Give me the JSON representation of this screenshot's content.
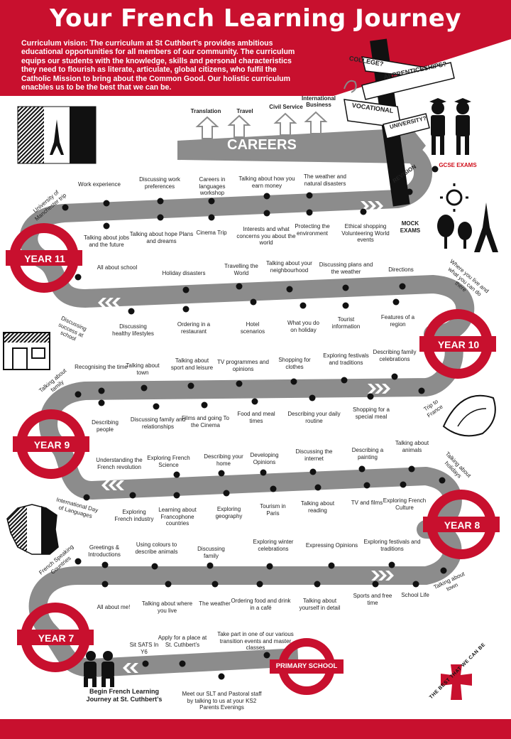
{
  "header": {
    "title": "Your French Learning Journey",
    "vision": "Curriculum vision:  The curriculum at St Cuthbert’s provides ambitious educational opportunities  for all members of our community. The curriculum equips our students with the knowledge, skills and personal characteristics they need to flourish as literate, articulate, global citizens, who fulfil the Catholic Mission to bring about the Common Good. Our holistic curriculum enacbles us to be the best that we can be."
  },
  "colors": {
    "brand_red": "#c8102e",
    "road_gray": "#8c8c8c",
    "black": "#111111"
  },
  "careers": {
    "label": "CAREERS",
    "options": [
      "Translation",
      "Travel",
      "Civil Service",
      "International Business"
    ],
    "signpost": [
      "COLLEGE?",
      "APPRENTICESHIPS?",
      "VOCATIONAL",
      "UNIVERSITY?"
    ]
  },
  "years": {
    "y11": "YEAR 11",
    "y10": "YEAR 10",
    "y9": "YEAR 9",
    "y8": "YEAR 8",
    "y7": "YEAR 7",
    "primary": "PRIMARY SCHOOL"
  },
  "milestones": {
    "gcse": "GCSE EXAMS",
    "mock": "MOCK EXAMS",
    "revision": "REVISION",
    "begin": "Begin French Learning Journey at St. Cuthbert’s"
  },
  "topics": {
    "t11": [
      "University of Manchester trip",
      "Work experience",
      "Talking about jobs and the future",
      "Discussing work preferences",
      "Talking about hope Plans and dreams",
      "Careers in languages workshop",
      "Cinema Trip",
      "Talking about how you earn money",
      "Interests and what concerns you about the world",
      "The weather and natural disasters",
      "Protecting the environment",
      "Ethical shopping Volunteering World events"
    ],
    "t10": [
      "All about school",
      "Discussing success at school",
      "Discussing healthy lifestyles",
      "Holiday disasters",
      "Ordering in a restaurant",
      "Travelling the World",
      "Hotel scenarios",
      "Talking about your neighbourhood",
      "What you do on holiday",
      "Discussing plans and the weather",
      "Tourist information",
      "Directions",
      "Features of a region",
      "Where you live and what you can do there"
    ],
    "t9": [
      "Talking about family",
      "Recognising the time",
      "Describing people",
      "Talking about town",
      "Discussing family and relationships",
      "Talking about sport and leisure",
      "Films and going To the Cinema",
      "TV programmes and opinions",
      "Food and meal times",
      "Shopping for clothes",
      "Describing your daily routine",
      "Exploring festivals and traditions",
      "Describing family celebrations",
      "Shopping for a special meal",
      "Trip to France"
    ],
    "t8": [
      "International Day of Languages",
      "Understanding the French revolution",
      "Exploring French industry",
      "Exploring French Science",
      "Learning about Francophone countries",
      "Describing your home",
      "Exploring geography",
      "Developing Opinions",
      "Tourism in Paris",
      "Discussing the internet",
      "Talking about reading",
      "Describing a painting",
      "TV and films",
      "Talking about animals",
      "Exploring French Culture",
      "Talking about holidays"
    ],
    "t7": [
      "French Speaking Countries",
      "Greetings & Introductions",
      "All about me!",
      "Using colours to describe animals",
      "Talking about where you live",
      "Discussing family",
      "The weather",
      "Exploring winter celebrations",
      "Ordering food and drink in a café",
      "Expressing Opinions",
      "Talking about yourself in detail",
      "Exploring festivals and traditions",
      "Sports and free time",
      "School Life",
      "Talking about town"
    ],
    "tp": [
      "Sit SATS In Y6",
      "Apply for a place at St. Cuthbert’s",
      "Meet our SLT and Pastoral staff by talking to us at your KS2 Parents  Evenings",
      "Take part in one of our various transition events and master classes"
    ]
  },
  "logo_motto": "THE BEST THAT WE CAN BE"
}
